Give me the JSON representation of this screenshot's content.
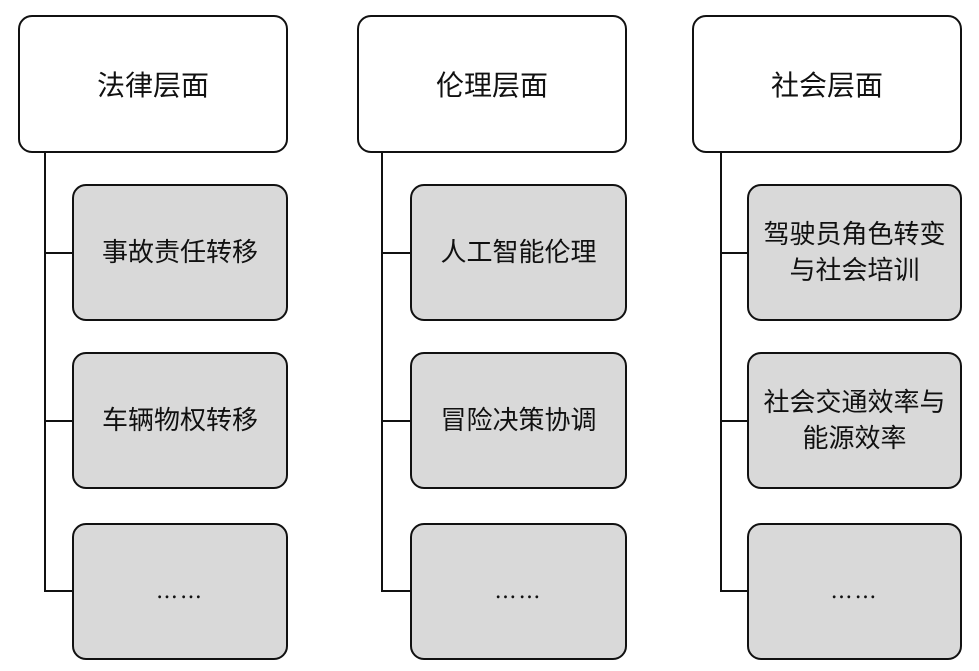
{
  "diagram": {
    "columns": [
      {
        "header": "法律层面",
        "items": [
          "事故责任转移",
          "车辆物权转移",
          "……"
        ]
      },
      {
        "header": "伦理层面",
        "items": [
          "人工智能伦理",
          "冒险决策协调",
          "……"
        ]
      },
      {
        "header": "社会层面",
        "items": [
          "驾驶员角色转变与社会培训",
          "社会交通效率与能源效率",
          "……"
        ]
      }
    ]
  },
  "colors": {
    "header_fill": "#ffffff",
    "child_fill": "#d9d9d9",
    "stroke": "#111111"
  }
}
